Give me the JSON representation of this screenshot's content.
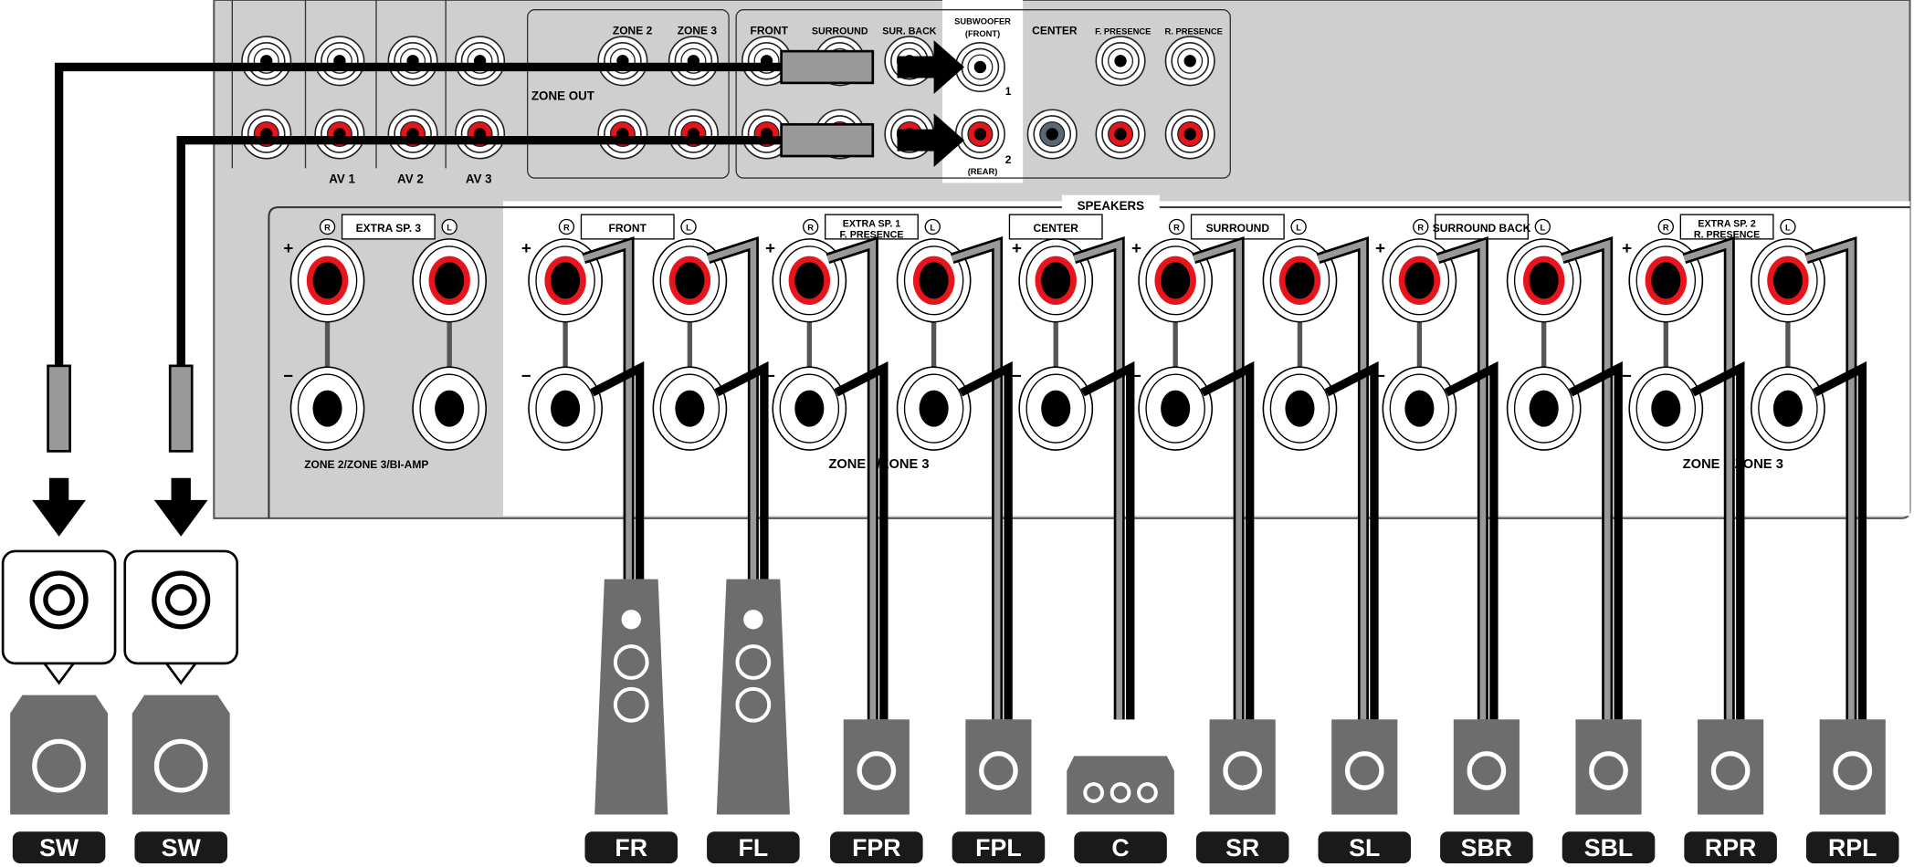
{
  "rca_panel": {
    "input_groups": [
      "AV 1",
      "AV 2",
      "AV 3"
    ],
    "zone_out": {
      "title": "ZONE OUT",
      "jacks": [
        "ZONE 2",
        "ZONE 3"
      ]
    },
    "pre_out": [
      "FRONT",
      "SURROUND",
      "SUR. BACK"
    ],
    "subwoofer": {
      "title": "SUBWOOFER",
      "front": "(FRONT)",
      "rear": "(REAR)",
      "num1": "1",
      "num2": "2"
    },
    "other_out": [
      "CENTER",
      "F. PRESENCE",
      "R. PRESENCE"
    ]
  },
  "speakers_panel": {
    "title": "SPEAKERS",
    "r_mark": "R",
    "l_mark": "L",
    "plus": "+",
    "minus": "−",
    "groups": [
      {
        "label": "EXTRA SP. 3",
        "label2": ""
      },
      {
        "label": "FRONT",
        "label2": ""
      },
      {
        "label": "EXTRA SP. 1",
        "label2": "F. PRESENCE"
      },
      {
        "label": "CENTER",
        "label2": ""
      },
      {
        "label": "SURROUND",
        "label2": ""
      },
      {
        "label": "SURROUND BACK",
        "label2": ""
      },
      {
        "label": "EXTRA SP. 2",
        "label2": "R. PRESENCE"
      }
    ],
    "zone_labels": [
      "ZONE 2/ZONE 3/BI-AMP",
      "ZONE 2/ZONE 3",
      "ZONE 2/ZONE 3"
    ]
  },
  "speakers": [
    "FR",
    "FL",
    "FPR",
    "FPL",
    "C",
    "SR",
    "SL",
    "SBR",
    "SBL",
    "RPR",
    "RPL"
  ],
  "subwoofers": [
    "SW",
    "SW"
  ],
  "colors": {
    "panel": "#cfcfcf",
    "red": "#e8141b",
    "speaker": "#6d6d6d",
    "label_bg": "#1a1a1a"
  }
}
